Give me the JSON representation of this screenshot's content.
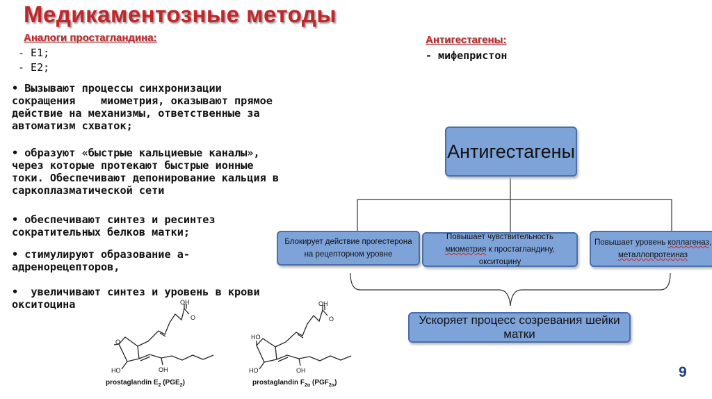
{
  "title": "Медикаментозные методы",
  "left": {
    "heading": "Аналоги простагландина:",
    "items": [
      "- Е1;",
      "- Е2;"
    ],
    "bullets": [
      "• Вызывают процессы синхронизации\nсокращения    миометрия, оказывают прямое\nдействие на механизмы, ответственные за\nавтоматизм схваток;",
      "• образуют «быстрые кальциевые каналы»,\nчерез которые протекают быстрые ионные\nтоки. Обеспечивают депонирование кальция в\nсаркоплазматической сети",
      "• обеспечивают синтез и ресинтез\nсократительных белков матки;",
      "• стимулируют образование а-\nадренорецепторов,",
      "•  увеличивают синтез и уровень в крови\nокситоцина"
    ]
  },
  "right": {
    "heading": "Антигестагены:",
    "item": "- мифепристон"
  },
  "diagram": {
    "top": "Антигестагены",
    "box1": "Блокирует действие прогестерона на рецепторном уровне",
    "box2_a": "Повышает чувствительность ",
    "box2_b": "миометрия",
    "box2_c": " к простагландину, окситоцину",
    "box3_a": "Повышает уровень ",
    "box3_b": "коллагеназ",
    "box3_c": ", ",
    "box3_d": "металлопротеиназ",
    "bottom": "Ускоряет процесс созревания шейки матки"
  },
  "molecules": {
    "oh": "OH",
    "o": "O",
    "ho": "HO",
    "pge2": "prostaglandin E",
    "pge2_sub": "2",
    "pge2_abbr": "(PGE",
    "pgf2a": "prostaglandin F",
    "pgf2a_sub": "2α",
    "pgf2a_abbr": "(PGF",
    "close": ")"
  },
  "page_number": "9"
}
